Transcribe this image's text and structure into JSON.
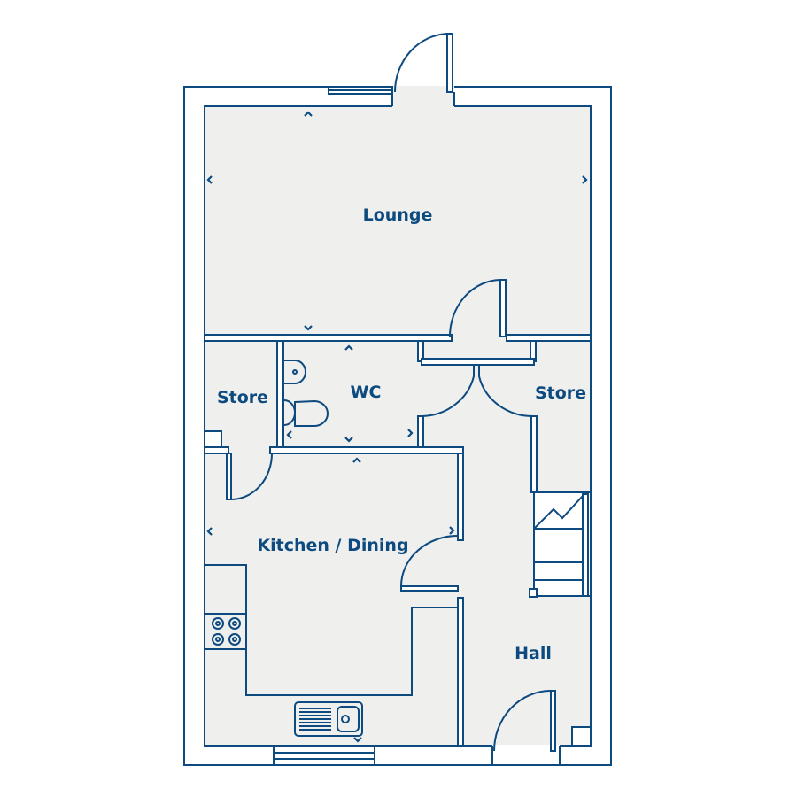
{
  "plan": {
    "rooms": [
      {
        "id": "lounge",
        "label": "Lounge"
      },
      {
        "id": "store-left",
        "label": "Store"
      },
      {
        "id": "wc",
        "label": "WC"
      },
      {
        "id": "store-right",
        "label": "Store"
      },
      {
        "id": "kitchen-dining",
        "label": "Kitchen / Dining"
      },
      {
        "id": "hall",
        "label": "Hall"
      }
    ],
    "colors": {
      "line": "#0c4a7f",
      "floor": "#efefee",
      "wall": "#ffffff"
    }
  }
}
